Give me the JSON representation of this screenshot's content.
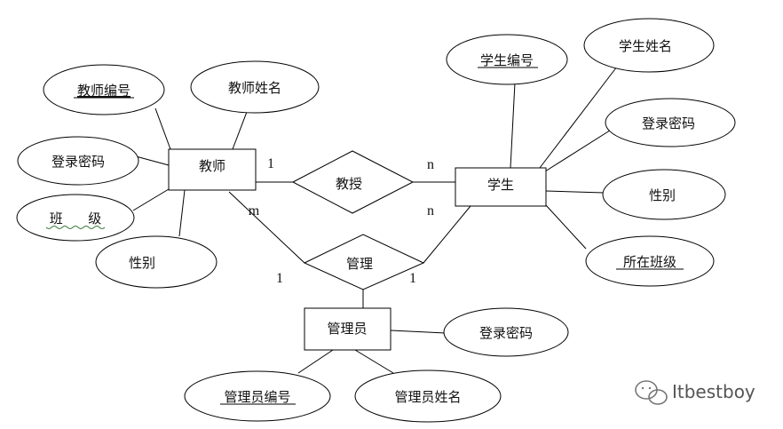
{
  "entities": {
    "teacher": "教师",
    "student": "学生",
    "admin": "管理员"
  },
  "relationships": {
    "teach": "教授",
    "manage": "管理"
  },
  "attributes": {
    "teacher_id": "教师编号",
    "teacher_name": "教师姓名",
    "teacher_password": "登录密码",
    "teacher_class": "班      级",
    "teacher_gender": "性别",
    "student_id": "学生编号",
    "student_name": "学生姓名",
    "student_password": "登录密码",
    "student_gender": "性别",
    "student_class": "所在班级",
    "admin_password": "登录密码",
    "admin_id": "管理员编号",
    "admin_name": "管理员姓名"
  },
  "cardinalities": {
    "teach_teacher": "1",
    "teach_student": "n",
    "manage_teacher": "m",
    "manage_student": "n",
    "manage_left": "1",
    "manage_right": "1"
  },
  "watermark": "Itbestboy"
}
